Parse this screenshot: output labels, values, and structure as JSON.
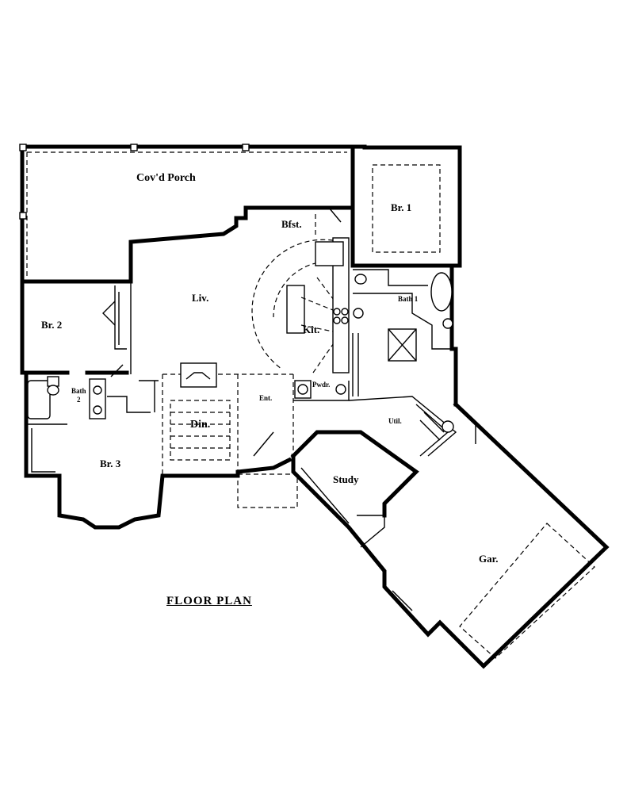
{
  "title": "FLOOR PLAN",
  "rooms": {
    "covd_porch": "Cov'd Porch",
    "br1": "Br. 1",
    "bfst": "Bfst.",
    "liv": "Liv.",
    "br2": "Br. 2",
    "kit": "Kit.",
    "bath1": "Bath 1",
    "bath2_line1": "Bath",
    "bath2_line2": "2",
    "pwdr": "Pwdr.",
    "ent": "Ent.",
    "din": "Din.",
    "br3": "Br. 3",
    "util": "Util.",
    "study": "Study",
    "gar": "Gar."
  }
}
